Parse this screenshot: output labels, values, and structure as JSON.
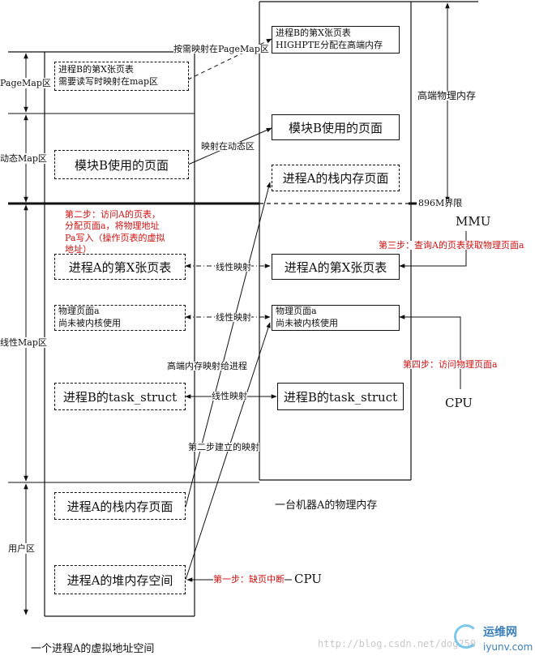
{
  "virtual": {
    "caption": "一个进程A的虚拟地址空间",
    "regions": {
      "pagemap": "PageMap区",
      "dynamic": "动态Map区",
      "linear": "线性Map区",
      "user": "用户区"
    },
    "boxes": {
      "b_pagetable_1": "进程B的第X张页表",
      "b_pagetable_2": "需要读写时映射在map区",
      "module_b": "模块B使用的页面",
      "a_pagetable": "进程A的第X张页表",
      "phys_page_1": "物理页面a",
      "phys_page_2": "尚未被内核使用",
      "b_task": "进程B的task_struct",
      "a_stack": "进程A的栈内存页面",
      "a_heap": "进程A的堆内存空间"
    }
  },
  "physical": {
    "caption": "一台机器A的物理内存",
    "highmem_label": "高端物理内存",
    "boundary_label": "896M界限",
    "boxes": {
      "b_pagetable_1": "进程B的第X张页表",
      "b_pagetable_2": "HIGHPTE分配在高端内存",
      "module_b": "模块B使用的页面",
      "a_stack": "进程A的栈内存页面",
      "a_pagetable": "进程A的第X张页表",
      "phys_page_1": "物理页面a",
      "phys_page_2": "尚未被内核使用",
      "b_task": "进程B的task_struct"
    }
  },
  "arrows": {
    "on_demand": "按需映射在PageMap区",
    "dynamic_map": "映射在动态区",
    "linear_1": "线性映射",
    "linear_2": "线性映射",
    "linear_3": "线性映射",
    "highmem_to_proc": "高端内存映射给进程",
    "step2_mapping": "第二步建立的映射"
  },
  "steps": {
    "step1": "第一步：缺页中断",
    "step2": [
      "第二步：访问A的页表，",
      "分配页面a，将物理地址",
      "Pa写入（操作页表的虚拟",
      "地址）"
    ],
    "step3": "第三步：查询A的页表获取物理页面a",
    "step4": "第四步：访问物理页面a"
  },
  "hardware": {
    "mmu": "MMU",
    "cpu_right": "CPU",
    "cpu_bottom": "CPU"
  },
  "watermark": {
    "url": "http://blog.csdn.net/dog250",
    "brand": "运维网",
    "domain": "iyunv.com"
  }
}
